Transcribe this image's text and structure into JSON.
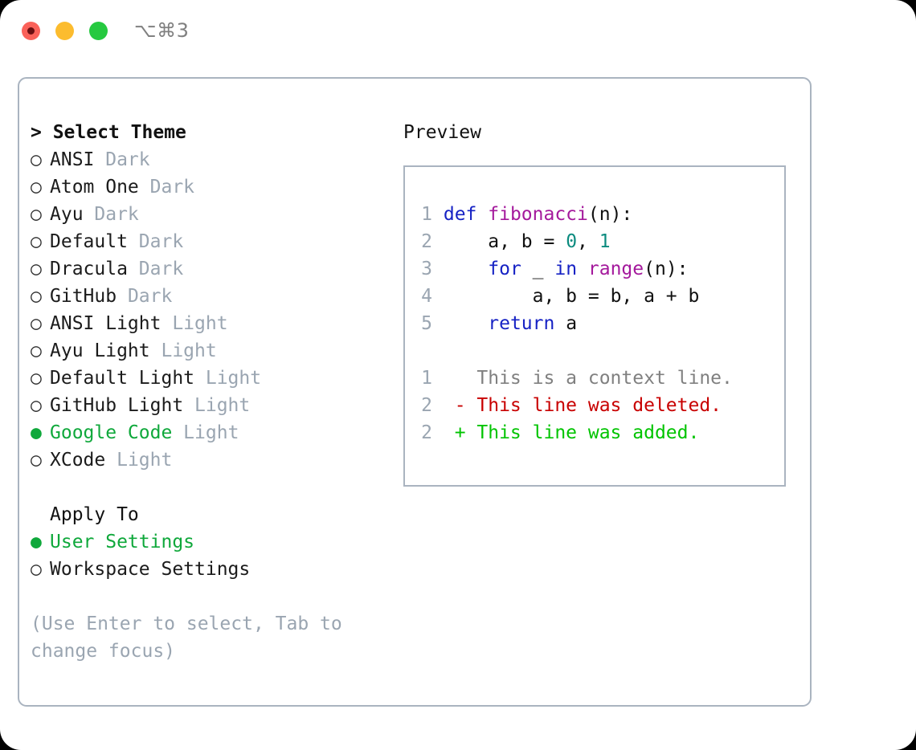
{
  "titlebar": {
    "shortcut": "⌥⌘3",
    "buttons": [
      {
        "name": "close",
        "color": "#fa6159"
      },
      {
        "name": "minimize",
        "color": "#fcbc2e"
      },
      {
        "name": "maximize",
        "color": "#26c940"
      }
    ]
  },
  "theme_picker": {
    "prompt": "> ",
    "heading": "Select Theme",
    "selected_bullet": "●",
    "unselected_bullet": "○",
    "options": [
      {
        "label": "ANSI",
        "variant": "Dark",
        "selected": false
      },
      {
        "label": "Atom One",
        "variant": "Dark",
        "selected": false
      },
      {
        "label": "Ayu",
        "variant": "Dark",
        "selected": false
      },
      {
        "label": "Default",
        "variant": "Dark",
        "selected": false
      },
      {
        "label": "Dracula",
        "variant": "Dark",
        "selected": false
      },
      {
        "label": "GitHub",
        "variant": "Dark",
        "selected": false
      },
      {
        "label": "ANSI Light",
        "variant": "Light",
        "selected": false
      },
      {
        "label": "Ayu Light",
        "variant": "Light",
        "selected": false
      },
      {
        "label": "Default Light",
        "variant": "Light",
        "selected": false
      },
      {
        "label": "GitHub Light",
        "variant": "Light",
        "selected": false
      },
      {
        "label": "Google Code",
        "variant": "Light",
        "selected": true
      },
      {
        "label": "XCode",
        "variant": "Light",
        "selected": false
      }
    ]
  },
  "apply_to": {
    "heading": "Apply To",
    "options": [
      {
        "label": "User Settings",
        "selected": true
      },
      {
        "label": "Workspace Settings",
        "selected": false
      }
    ]
  },
  "hint": "(Use Enter to select, Tab to change focus)",
  "preview": {
    "title": "Preview",
    "code_lines": [
      {
        "number": "1",
        "tokens": [
          {
            "text": "def ",
            "cls": "tok-kw"
          },
          {
            "text": "fibonacci",
            "cls": "tok-fn"
          },
          {
            "text": "(n):",
            "cls": "tok-plain"
          }
        ]
      },
      {
        "number": "2",
        "tokens": [
          {
            "text": "    a, b = ",
            "cls": "tok-plain"
          },
          {
            "text": "0",
            "cls": "tok-num"
          },
          {
            "text": ", ",
            "cls": "tok-plain"
          },
          {
            "text": "1",
            "cls": "tok-num"
          }
        ]
      },
      {
        "number": "3",
        "tokens": [
          {
            "text": "    for ",
            "cls": "tok-kw"
          },
          {
            "text": "_ ",
            "cls": "tok-plain"
          },
          {
            "text": "in ",
            "cls": "tok-kw"
          },
          {
            "text": "range",
            "cls": "tok-fn"
          },
          {
            "text": "(n):",
            "cls": "tok-plain"
          }
        ]
      },
      {
        "number": "4",
        "tokens": [
          {
            "text": "        a, b = b, a + b",
            "cls": "tok-plain"
          }
        ]
      },
      {
        "number": "5",
        "tokens": [
          {
            "text": "    return ",
            "cls": "tok-kw"
          },
          {
            "text": "a",
            "cls": "tok-plain"
          }
        ]
      }
    ],
    "diff_lines": [
      {
        "number": "1",
        "marker": "  ",
        "text": "This is a context line.",
        "cls": "diff-ctx"
      },
      {
        "number": "2",
        "marker": "- ",
        "text": "This line was deleted.",
        "cls": "diff-del"
      },
      {
        "number": "2",
        "marker": "+ ",
        "text": "This line was added.",
        "cls": "diff-add"
      }
    ]
  },
  "colors": {
    "accent_green": "#0fa83b",
    "muted": "#9aa5b1",
    "border": "#aab4c0",
    "keyword": "#1622c4",
    "function": "#a4199c",
    "number": "#0c8b7f",
    "diff_add": "#00c400",
    "diff_del": "#c80000"
  }
}
